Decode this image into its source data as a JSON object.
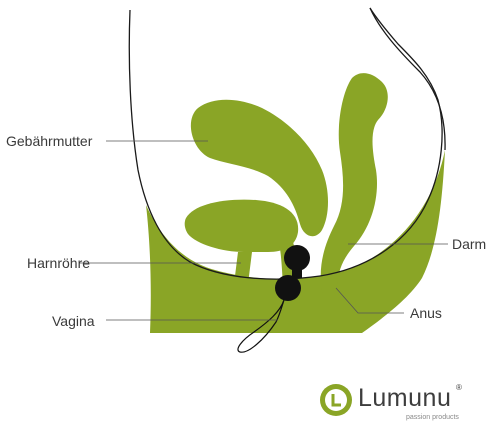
{
  "diagram": {
    "labels": {
      "uterus": "Gebährmutter",
      "urethra": "Harnröhre",
      "vagina": "Vagina",
      "colon": "Darm",
      "anus": "Anus"
    },
    "colors": {
      "tissue": "#8aa526",
      "outline": "#1a1a1a",
      "balls": "#111111",
      "leader": "#555555"
    }
  },
  "logo": {
    "wordmark": "Lumunu",
    "tagline": "passion products",
    "registered": "®",
    "icon": "circle-L-logo-icon",
    "color": "#8aa526"
  }
}
